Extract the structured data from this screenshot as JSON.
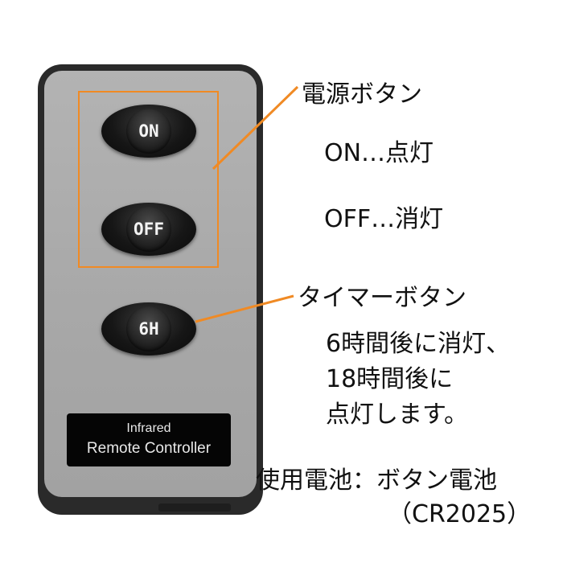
{
  "remote": {
    "buttons": {
      "on": "ON",
      "off": "OFF",
      "timer": "6H"
    },
    "label_plate": {
      "line1": "Infrared",
      "line2": "Remote Controller"
    }
  },
  "captions": {
    "power_title": "電源ボタン",
    "on_desc": "ON…点灯",
    "off_desc": "OFF…消灯",
    "timer_title": "タイマーボタン",
    "timer_desc_1": "6時間後に消灯、",
    "timer_desc_2": "18時間後に",
    "timer_desc_3": "点灯します。",
    "battery_1": "使用電池：ボタン電池",
    "battery_2": "（CR2025）"
  },
  "colors": {
    "accent": "#f08a24",
    "remote_body": "#2a2a2a",
    "remote_face": "#aaaaaa"
  }
}
